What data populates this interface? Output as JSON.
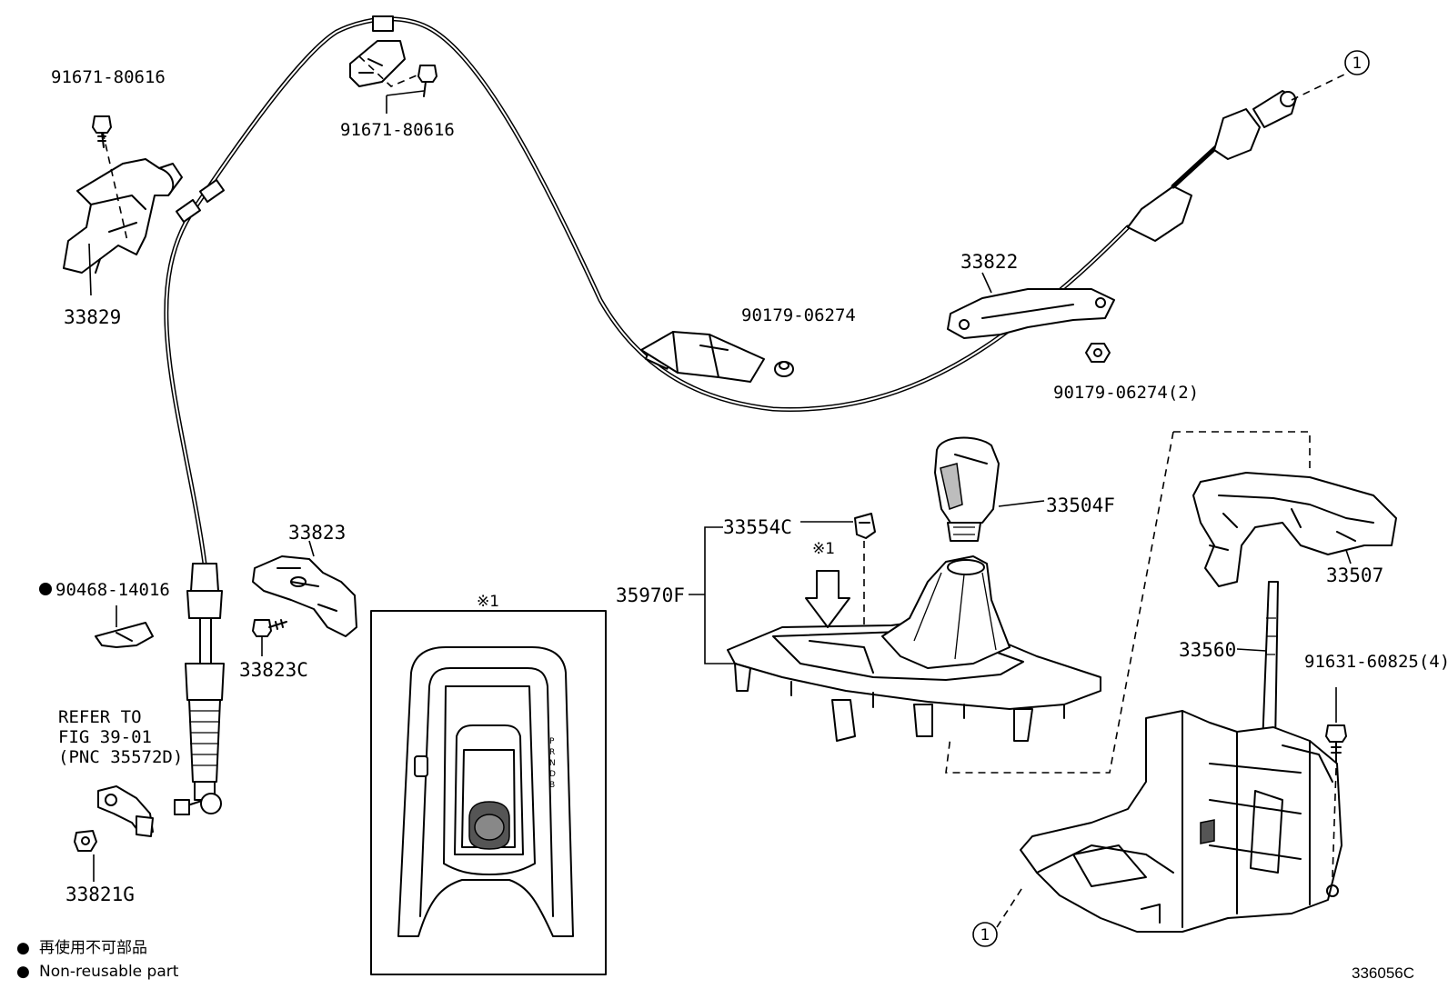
{
  "labels": {
    "p91671_top_left": "91671-80616",
    "p91671_top_mid": "91671-80616",
    "p33829": "33829",
    "p90179_a": "90179-06274",
    "p33822": "33822",
    "p90179_b": "90179-06274(2)",
    "p33504F": "33504F",
    "p33554C": "33554C",
    "p35970F": "35970F",
    "p33507": "33507",
    "p33560": "33560",
    "p91631": "91631-60825(4)",
    "p33823": "33823",
    "p33823C": "33823C",
    "p90468": "90468-14016",
    "p33821G": "33821G",
    "refer_line1": "REFER TO",
    "refer_line2": "FIG 39-01",
    "refer_line3": "(PNC 35572D)",
    "view_mark_box": "※1",
    "view_mark_arrow": "※1",
    "circle_ref_top": "1",
    "circle_ref_bottom": "1",
    "gear_letters": [
      "P",
      "R",
      "N",
      "D",
      "B"
    ]
  },
  "legend": {
    "bullet": "●",
    "japanese": "再使用不可部品",
    "english": "Non-reusable part"
  },
  "diagram_code": "336056C"
}
